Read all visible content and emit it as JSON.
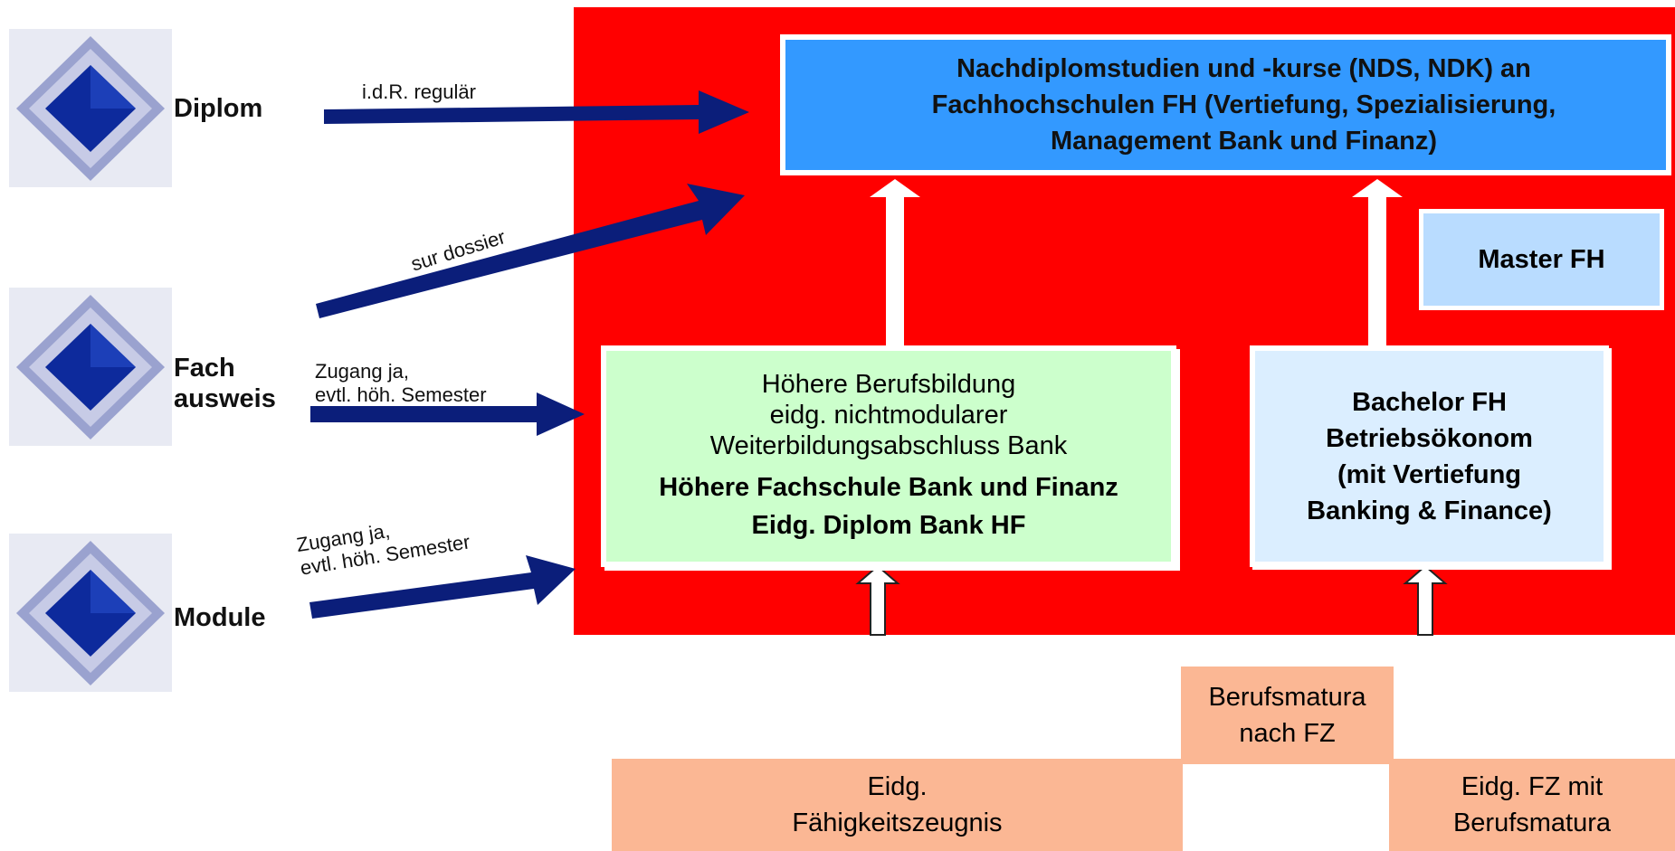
{
  "colors": {
    "panel": "#ff0000",
    "nds_box": "#3399ff",
    "master_box": "#b9dcff",
    "hf_box": "#ccffcc",
    "bachelor_box": "#dbeeff",
    "salmon_box": "#fbb794",
    "arrow": "#0b1e7a"
  },
  "left": {
    "diplom": "Diplom",
    "fach_line1": "Fach",
    "fach_line2": "ausweis",
    "module": "Module"
  },
  "arrow_labels": {
    "regular": "i.d.R. regulär",
    "dossier": "sur dossier",
    "fach_access_line1": "Zugang ja,",
    "fach_access_line2": "evtl. höh. Semester",
    "module_access_line1": "Zugang ja,",
    "module_access_line2": "evtl. höh. Semester"
  },
  "nds": {
    "line1": "Nachdiplomstudien und -kurse (NDS, NDK) an",
    "line2": "Fachhochschulen FH (Vertiefung, Spezialisierung,",
    "line3": "Management Bank und Finanz)"
  },
  "master": "Master FH",
  "hf": {
    "line1": "Höhere Berufsbildung",
    "line2": "eidg. nichtmodularer",
    "line3": "Weiterbildungsabschluss Bank",
    "bold1": "Höhere Fachschule Bank und Finanz",
    "bold2": "Eidg. Diplom Bank HF"
  },
  "bachelor": {
    "line1": "Bachelor FH",
    "line2": "Betriebsökonom",
    "line3": "(mit Vertiefung",
    "line4": "Banking & Finance)"
  },
  "berufsmatura": {
    "line1": "Berufsmatura",
    "line2": "nach FZ"
  },
  "efz": {
    "line1": "Eidg.",
    "line2": "Fähigkeitszeugnis"
  },
  "efz_bm": {
    "line1": "Eidg. FZ mit",
    "line2": "Berufsmatura"
  }
}
